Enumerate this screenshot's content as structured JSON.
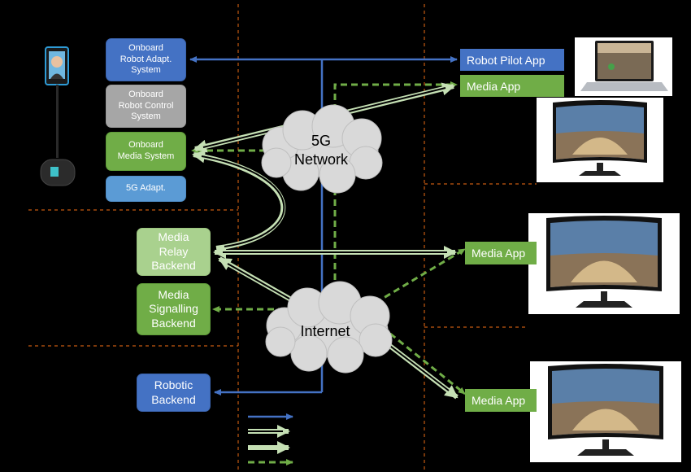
{
  "boxes": {
    "robot_adapt": "Onboard\nRobot Adapt.\nSystem",
    "robot_control": "Onboard\nRobot Control\nSystem",
    "media_system": "Onboard\nMedia System",
    "adapt_5g": "5G Adapt.",
    "relay": "Media\nRelay\nBackend",
    "signalling": "Media\nSignalling\nBackend",
    "robotic": "Robotic\nBackend"
  },
  "apps": {
    "pilot": "Robot Pilot App",
    "media_top": "Media App",
    "media_mid": "Media App",
    "media_bot": "Media App"
  },
  "clouds": {
    "network_5g": "5G\nNetwork",
    "internet": "Internet"
  },
  "colors": {
    "blue": "#4472c4",
    "green_dashed": "#70ad47",
    "light_green": "#a9d18e",
    "orange_divider": "#c55a11"
  },
  "icons": [
    "telepresence-robot-icon",
    "laptop-icon",
    "monitor-icon"
  ]
}
